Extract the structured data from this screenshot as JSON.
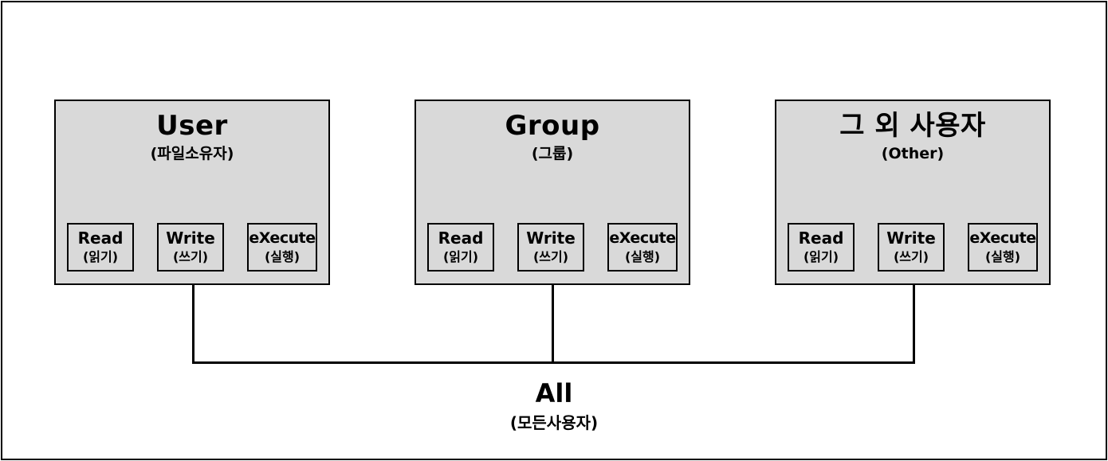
{
  "groups": [
    {
      "title": "User",
      "subtitle": "(파일소유자)",
      "perms": [
        {
          "label": "Read",
          "sub": "(읽기)"
        },
        {
          "label": "Write",
          "sub": "(쓰기)"
        },
        {
          "label": "eXecute",
          "sub": "(실행)"
        }
      ]
    },
    {
      "title": "Group",
      "subtitle": "(그룹)",
      "perms": [
        {
          "label": "Read",
          "sub": "(읽기)"
        },
        {
          "label": "Write",
          "sub": "(쓰기)"
        },
        {
          "label": "eXecute",
          "sub": "(실행)"
        }
      ]
    },
    {
      "title": "그 외 사용자",
      "subtitle": "(Other)",
      "perms": [
        {
          "label": "Read",
          "sub": "(읽기)"
        },
        {
          "label": "Write",
          "sub": "(쓰기)"
        },
        {
          "label": "eXecute",
          "sub": "(실행)"
        }
      ]
    }
  ],
  "all": {
    "title": "All",
    "subtitle": "(모든사용자)"
  },
  "colors": {
    "box_fill": "#d9d9d9",
    "stroke": "#000000"
  }
}
